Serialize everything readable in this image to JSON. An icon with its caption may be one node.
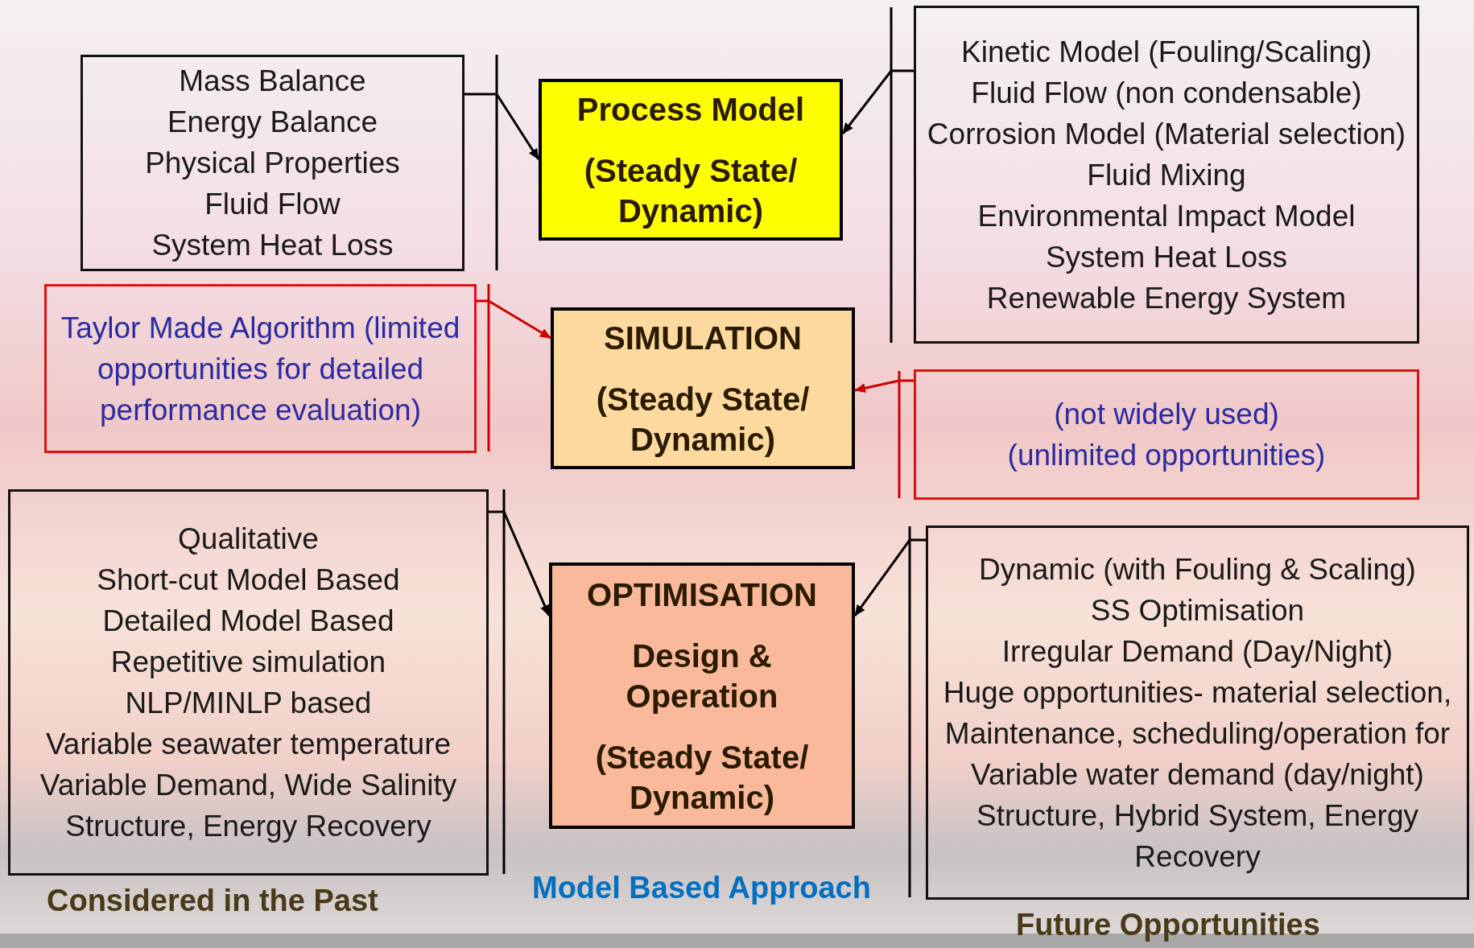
{
  "diagram": {
    "nodes": [
      {
        "text": [
          "Mass Balance",
          "Energy Balance",
          "Physical Properties",
          "Fluid Flow",
          "System Heat Loss"
        ]
      },
      {
        "text": [
          "Process Model",
          "(Steady State/ Dynamic)"
        ]
      },
      {
        "text": [
          "Kinetic Model (Fouling/Scaling)",
          "Fluid Flow (non condensable)",
          "Corrosion Model (Material selection)",
          "Fluid Mixing",
          "Environmental Impact Model",
          "System Heat Loss",
          "Renewable Energy System"
        ]
      },
      {
        "text": [
          "Taylor Made Algorithm (limited opportunities for detailed performance evaluation)"
        ]
      },
      {
        "text": [
          "SIMULATION",
          "(Steady State/ Dynamic)"
        ]
      },
      {
        "text": [
          "(not widely used)",
          "(unlimited opportunities)"
        ]
      },
      {
        "text": [
          "Qualitative",
          "Short-cut Model Based",
          "Detailed Model Based",
          "Repetitive simulation",
          "NLP/MINLP based",
          "Variable seawater temperature",
          "Variable Demand, Wide Salinity",
          "Structure, Energy Recovery"
        ]
      },
      {
        "text": [
          "OPTIMISATION",
          "Design & Operation",
          "(Steady State/ Dynamic)"
        ]
      },
      {
        "text": [
          "Dynamic (with Fouling & Scaling)",
          "SS Optimisation",
          "Irregular Demand (Day/Night)",
          "Huge opportunities- material selection, Maintenance, scheduling/operation for Variable water demand (day/night)",
          "Structure, Hybrid System, Energy Recovery"
        ]
      }
    ],
    "edges": [
      {
        "from": 0,
        "to": 1,
        "arrow": "to"
      },
      {
        "from": 2,
        "to": 1,
        "arrow": "to"
      },
      {
        "from": 3,
        "to": 4,
        "arrow": "to",
        "color": "#cc0000"
      },
      {
        "from": 5,
        "to": 4,
        "arrow": "to",
        "color": "#cc0000"
      },
      {
        "from": 6,
        "to": 7,
        "arrow": "to"
      },
      {
        "from": 8,
        "to": 7,
        "arrow": "to"
      }
    ],
    "labels": [
      "Considered in the Past",
      "Model Based Approach",
      "Future Opportunities"
    ]
  }
}
